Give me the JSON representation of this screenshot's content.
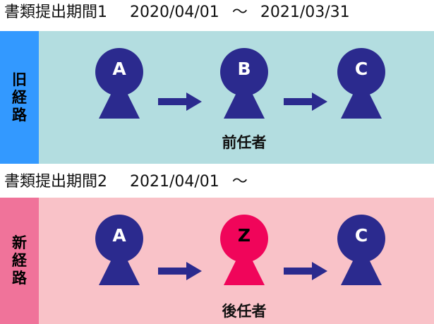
{
  "colors": {
    "old_label_bg": "#3399ff",
    "old_band_bg": "#b3dde0",
    "new_label_bg": "#f0739a",
    "new_band_bg": "#f9c2c8",
    "node_default": "#2b2a8e",
    "node_highlight": "#f0055a",
    "arrow": "#2b2a8e"
  },
  "old_period": {
    "title": "書類提出期間1",
    "start": "2020/04/01",
    "separator": "～",
    "end": "2021/03/31"
  },
  "old_route": {
    "label_chars": [
      "旧",
      "経",
      "路"
    ],
    "nodes": [
      {
        "letter": "A",
        "icon": "keyhole-person-icon"
      },
      {
        "letter": "B",
        "icon": "keyhole-person-icon"
      },
      {
        "letter": "C",
        "icon": "keyhole-person-icon"
      }
    ],
    "caption": "前任者"
  },
  "new_period": {
    "title": "書類提出期間2",
    "start": "2021/04/01",
    "separator": "～"
  },
  "new_route": {
    "label_chars": [
      "新",
      "経",
      "路"
    ],
    "nodes": [
      {
        "letter": "A",
        "icon": "keyhole-person-icon"
      },
      {
        "letter": "Z",
        "icon": "keyhole-person-icon",
        "highlight": true
      },
      {
        "letter": "C",
        "icon": "keyhole-person-icon"
      }
    ],
    "caption": "後任者"
  }
}
